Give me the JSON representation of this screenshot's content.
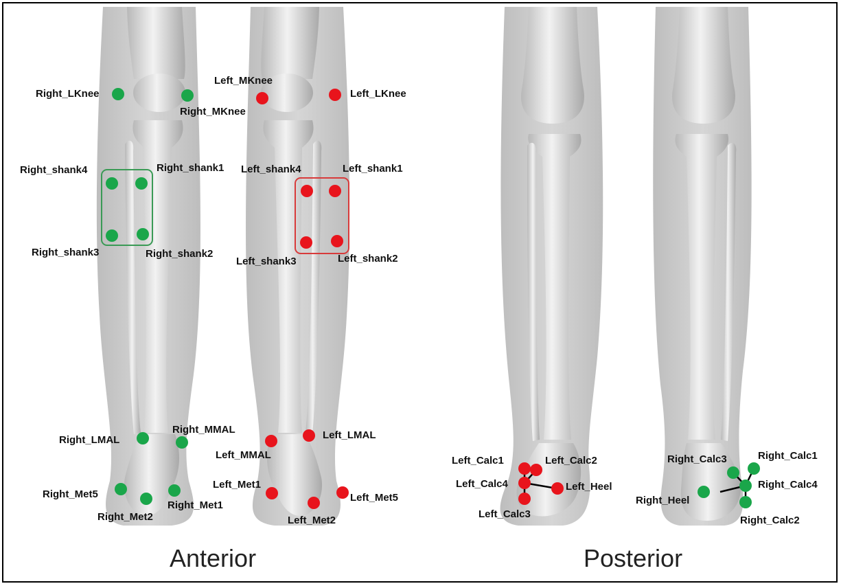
{
  "colors": {
    "right_marker": "#1aa64a",
    "left_marker": "#e8141c",
    "cluster_right": "#3a9a55",
    "cluster_left": "#d83a3a",
    "bone": "#d9d9d9",
    "leg": "#c8c8c8"
  },
  "views": {
    "anterior": "Anterior",
    "posterior": "Posterior"
  },
  "markers": {
    "right_lknee": "Right_LKnee",
    "right_mknee": "Right_MKnee",
    "left_mknee": "Left_MKnee",
    "left_lknee": "Left_LKnee",
    "right_shank4": "Right_shank4",
    "right_shank1": "Right_shank1",
    "right_shank3": "Right_shank3",
    "right_shank2": "Right_shank2",
    "left_shank4": "Left_shank4",
    "left_shank1": "Left_shank1",
    "left_shank3": "Left_shank3",
    "left_shank2": "Left_shank2",
    "right_lmal": "Right_LMAL",
    "right_mmal": "Right_MMAL",
    "left_mmal": "Left_MMAL",
    "left_lmal": "Left_LMAL",
    "right_met5": "Right_Met5",
    "right_met2": "Right_Met2",
    "right_met1": "Right_Met1",
    "left_met1": "Left_Met1",
    "left_met2": "Left_Met2",
    "left_met5": "Left_Met5",
    "left_calc1": "Left_Calc1",
    "left_calc2": "Left_Calc2",
    "left_calc4": "Left_Calc4",
    "left_heel": "Left_Heel",
    "left_calc3": "Left_Calc3",
    "right_calc3": "Right_Calc3",
    "right_calc1": "Right_Calc1",
    "right_calc4": "Right_Calc4",
    "right_heel": "Right_Heel",
    "right_calc2": "Right_Calc2"
  }
}
